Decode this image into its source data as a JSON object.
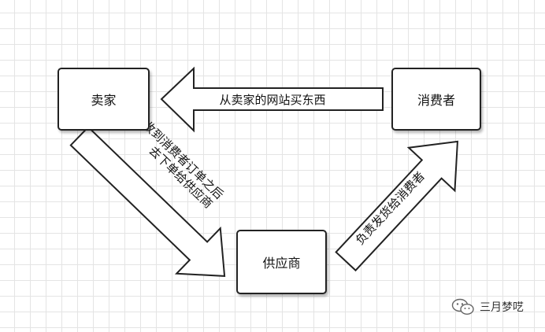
{
  "nodes": {
    "seller": "卖家",
    "consumer": "消费者",
    "supplier": "供应商"
  },
  "edges": {
    "consumer_to_seller": "从卖家的网站买东西",
    "seller_to_supplier_line1": "收到消费者订单之后",
    "seller_to_supplier_line2": "去下单给供应商",
    "supplier_to_consumer": "负责发货给消费者"
  },
  "watermark": {
    "text": "三月梦呓",
    "icon": "wechat-icon"
  }
}
